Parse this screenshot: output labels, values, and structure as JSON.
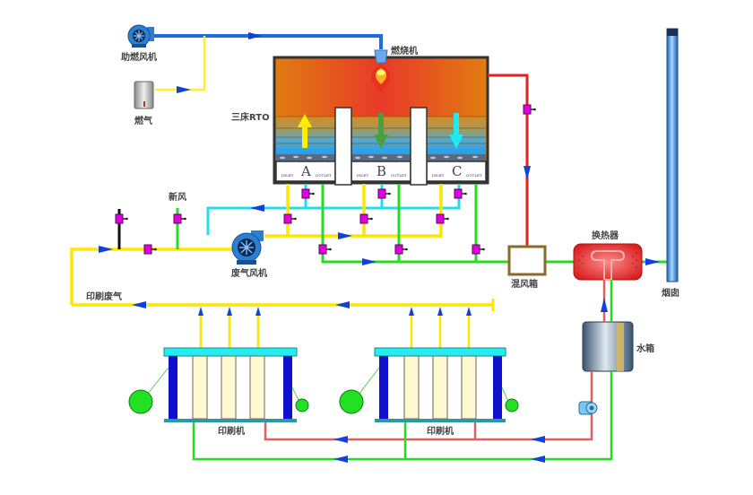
{
  "title": "三床RTO 印刷废气处理工艺流程图",
  "labels": {
    "combustion_fan": "助燃风机",
    "fuel_gas": "燃气",
    "burner": "燃烧机",
    "rto": "三床RTO",
    "fresh_air": "新风",
    "exhaust_fan": "废气风机",
    "printing_exhaust": "印刷废气",
    "mixing_box": "混风箱",
    "heat_exchanger": "换热器",
    "chimney": "烟囱",
    "water_tank": "水箱",
    "printer_1": "印刷机",
    "printer_2": "印刷机"
  },
  "beds": [
    {
      "name": "A",
      "inlet": "INLET",
      "outlet": "OUTLET",
      "flow": "up"
    },
    {
      "name": "B",
      "inlet": "INLET",
      "outlet": "OUTLET",
      "flow": "down"
    },
    {
      "name": "C",
      "inlet": "INLET",
      "outlet": "OUTLET",
      "flow": "down"
    }
  ],
  "colors": {
    "air_pipe": "#1a6fe0",
    "gas_pipe": "#ffee33",
    "exhaust_pipe": "#ffe600",
    "purge_pipe": "#22ddee",
    "clean_pipe": "#22dd22",
    "hot_pipe": "#e82020",
    "water_hot": "#e06060",
    "valve": "#e000e0",
    "arrow": "#1040e0"
  }
}
